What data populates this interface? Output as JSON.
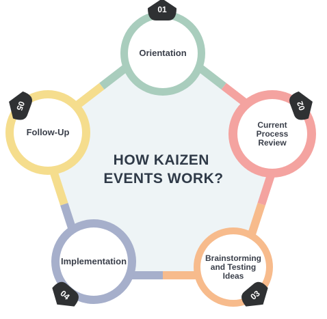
{
  "title_lines": [
    "HOW KAIZEN",
    "EVENTS WORK?"
  ],
  "steps": [
    {
      "number": "01",
      "label_lines": [
        "Orientation"
      ],
      "color": "#a9cdbd"
    },
    {
      "number": "02",
      "label_lines": [
        "Current",
        "Process",
        "Review"
      ],
      "color": "#f4a3a0"
    },
    {
      "number": "03",
      "label_lines": [
        "Brainstorming",
        "and Testing",
        "Ideas"
      ],
      "color": "#f7bb8c"
    },
    {
      "number": "04",
      "label_lines": [
        "Implementation"
      ],
      "color": "#a6afcb"
    },
    {
      "number": "05",
      "label_lines": [
        "Follow-Up"
      ],
      "color": "#f5dd8d"
    }
  ],
  "colors": {
    "center_fill": "#eef4f6",
    "badge": "#2f3133",
    "label": "#3a3f4a"
  }
}
